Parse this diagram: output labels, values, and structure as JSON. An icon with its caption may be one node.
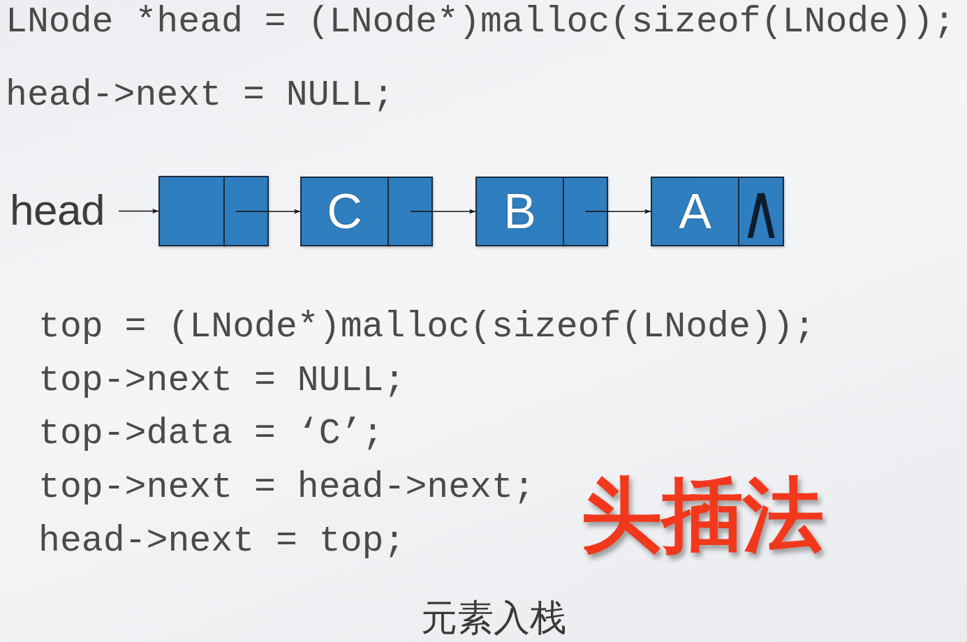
{
  "diagram": {
    "caption": "元素入栈",
    "nodes": [
      {
        "text": [
          "head"
        ]
      },
      {
        "text": [],
        "shape": "box"
      },
      {
        "text": [],
        "shape": "box"
      },
      {
        "text": [
          "C"
        ]
      },
      {
        "text": [],
        "shape": "box"
      },
      {
        "text": [
          "B"
        ]
      },
      {
        "text": [],
        "shape": "box"
      },
      {
        "text": [
          "A"
        ]
      },
      {
        "text": [
          "∧"
        ]
      }
    ],
    "edges": [
      {
        "from": 0,
        "to": 1,
        "arrow": "to"
      },
      {
        "from": 2,
        "to": 3,
        "arrow": "to"
      },
      {
        "from": 4,
        "to": 5,
        "arrow": "to"
      },
      {
        "from": 6,
        "to": 7,
        "arrow": "to"
      }
    ],
    "labels": [
      "LNode *head = (LNode*)malloc(sizeof(LNode));",
      "head->next = NULL;",
      "top = (LNode*)malloc(sizeof(LNode));",
      "top->next = NULL;",
      "top->data = ‘C’;",
      "top->next = head->next;",
      "head->next = top;",
      "头插法"
    ]
  }
}
